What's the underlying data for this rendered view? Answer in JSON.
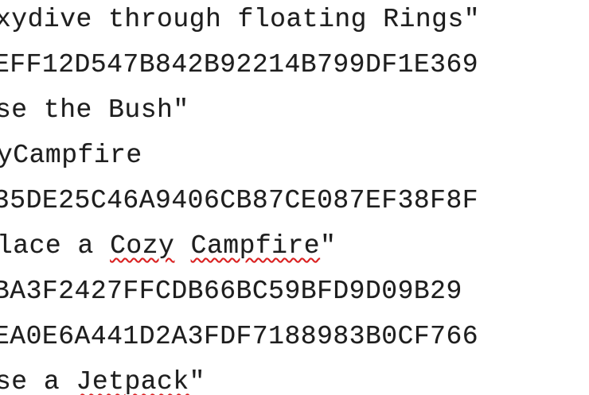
{
  "editor": {
    "lines": [
      {
        "text": "xydive through floating Rings\""
      },
      {
        "text": "EFF12D547B842B92214B799DF1E369"
      },
      {
        "text": "se the Bush\""
      },
      {
        "text": "yCampfire"
      },
      {
        "text": "35DE25C46A9406CB87CE087EF38F8F"
      },
      {
        "pre": "lace a ",
        "w1": "Cozy",
        "mid": " ",
        "w2": "Campfire",
        "post": "\""
      },
      {
        "text": "BA3F2427FFCDB66BC59BFD9D09B29"
      },
      {
        "text": "EA0E6A441D2A3FDF7188983B0CF766"
      },
      {
        "pre": "se a ",
        "w1": "Jetpack",
        "post": "\""
      }
    ],
    "spellcheck_color": "#e02020",
    "text_color": "#1e1e1e"
  }
}
